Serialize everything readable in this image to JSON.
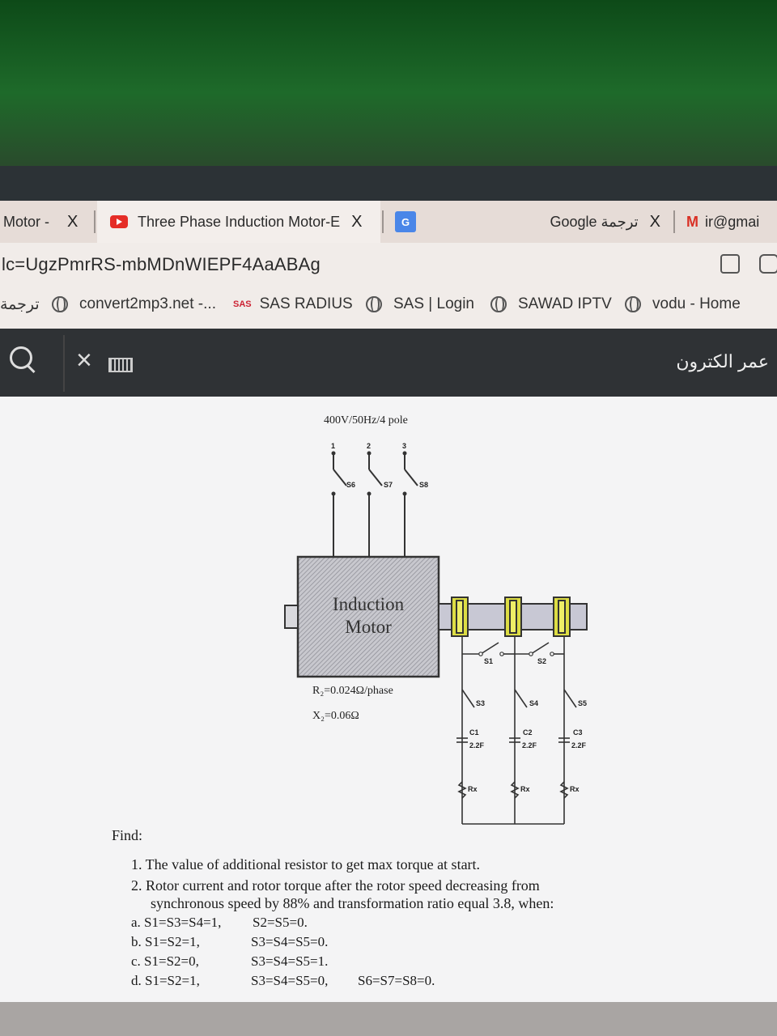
{
  "tabs": [
    {
      "label": "Motor -",
      "close": "X"
    },
    {
      "label": "Three Phase Induction Motor-E",
      "close": "X"
    },
    {
      "label": "",
      "close": ""
    },
    {
      "label": "Google ترجمة",
      "close": "X"
    },
    {
      "label": "ir@gmai",
      "close": ""
    }
  ],
  "address": {
    "url": "lc=UgzPmrRS-mbMDnWIEPF4AaABAg"
  },
  "bookmarks": [
    {
      "label": "ترجمة"
    },
    {
      "label": "convert2mp3.net -..."
    },
    {
      "label": "SAS RADIUS",
      "prefix": "SAS"
    },
    {
      "label": "SAS | Login"
    },
    {
      "label": "SAWAD IPTV"
    },
    {
      "label": "vodu - Home"
    }
  ],
  "toolbar": {
    "user_name": "عمر الكترون"
  },
  "diagram": {
    "supply": "400V/50Hz/4 pole",
    "phases": [
      "1",
      "2",
      "3"
    ],
    "switches_supply": [
      "S6",
      "S7",
      "S8"
    ],
    "motor_line1": "Induction",
    "motor_line2": "Motor",
    "r2": "R₂=0.024Ω/phase",
    "x2": "X₂=0.06Ω",
    "switches_rotor": [
      "S1",
      "S2",
      "S3",
      "S4",
      "S5"
    ],
    "capacitors": [
      "C1",
      "C2",
      "C3"
    ],
    "cap_value": "2.2F",
    "resistor": "Rx"
  },
  "problem": {
    "find": "Find:",
    "q1": "1.  The value of additional resistor to get max torque at start.",
    "q2a": "2.  Rotor current and rotor torque after the rotor speed decreasing from",
    "q2b": "synchronous speed by 88%  and transformation ratio equal 3.8, when:",
    "cases": [
      {
        "label": "a.  S1=S3=S4=1,",
        "rest": "S2=S5=0.",
        "extra": ""
      },
      {
        "label": "b.  S1=S2=1,",
        "rest": "S3=S4=S5=0.",
        "extra": ""
      },
      {
        "label": "c.  S1=S2=0,",
        "rest": "S3=S4=S5=1.",
        "extra": ""
      },
      {
        "label": "d.  S1=S2=1,",
        "rest": "S3=S4=S5=0,",
        "extra": "S6=S7=S8=0."
      }
    ]
  }
}
